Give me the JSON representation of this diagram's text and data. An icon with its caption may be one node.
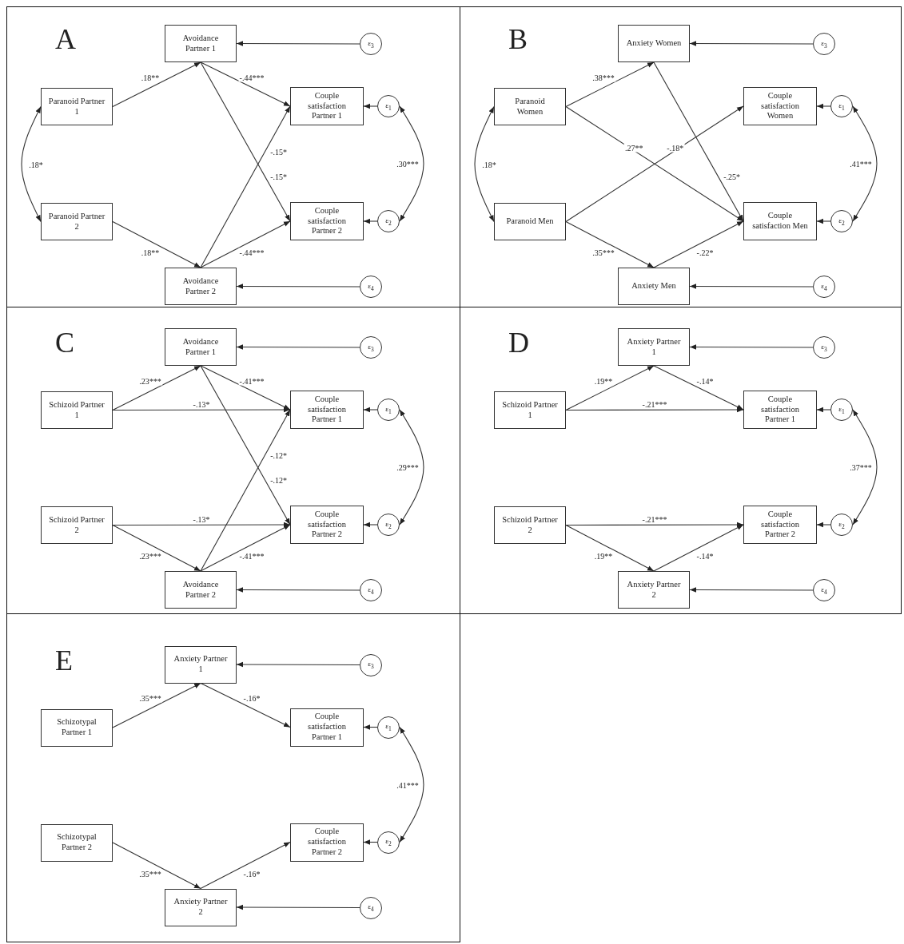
{
  "diagram": {
    "nodes": [
      {
        "text": [
          "A"
        ]
      },
      {
        "text": [
          "Avoidance Partner 1"
        ],
        "in": 0
      },
      {
        "text": [
          "ε$_{3}$"
        ],
        "in": 0
      },
      {
        "text": [
          "Paranoid Partner 1"
        ],
        "in": 0
      },
      {
        "text": [
          "Couple satisfaction Partner 1"
        ],
        "in": 0
      },
      {
        "text": [
          "ε$_{1}$"
        ],
        "in": 0
      },
      {
        "text": [
          "Paranoid Partner 2"
        ],
        "in": 0
      },
      {
        "text": [
          "Couple satisfaction Partner 2"
        ],
        "in": 0
      },
      {
        "text": [
          "ε$_{2}$"
        ],
        "in": 0
      },
      {
        "text": [
          "Avoidance Partner 2"
        ],
        "in": 0
      },
      {
        "text": [
          "ε$_{4}$"
        ],
        "in": 0
      },
      {
        "text": [
          "B"
        ]
      },
      {
        "text": [
          "Anxiety Women"
        ],
        "in": 11
      },
      {
        "text": [
          "ε$_{3}$"
        ],
        "in": 11
      },
      {
        "text": [
          "Paranoid Women"
        ],
        "in": 11
      },
      {
        "text": [
          "Couple satisfaction Women"
        ],
        "in": 11
      },
      {
        "text": [
          "ε$_{1}$"
        ],
        "in": 11
      },
      {
        "text": [
          "Paranoid Men"
        ],
        "in": 11
      },
      {
        "text": [
          "Couple satisfaction Men"
        ],
        "in": 11
      },
      {
        "text": [
          "ε$_{2}$"
        ],
        "in": 11
      },
      {
        "text": [
          "Anxiety Men"
        ],
        "in": 11
      },
      {
        "text": [
          "ε$_{4}$"
        ],
        "in": 11
      },
      {
        "text": [
          "C"
        ]
      },
      {
        "text": [
          "Avoidance Partner 1"
        ],
        "in": 22
      },
      {
        "text": [
          "ε$_{3}$"
        ],
        "in": 22
      },
      {
        "text": [
          "Schizoid Partner 1"
        ],
        "in": 22
      },
      {
        "text": [
          "Couple satisfaction Partner 1"
        ],
        "in": 22
      },
      {
        "text": [
          "ε$_{1}$"
        ],
        "in": 22
      },
      {
        "text": [
          "Schizoid Partner 2"
        ],
        "in": 22
      },
      {
        "text": [
          "Couple satisfaction Partner 2"
        ],
        "in": 22
      },
      {
        "text": [
          "ε$_{2}$"
        ],
        "in": 22
      },
      {
        "text": [
          "Avoidance Partner 2"
        ],
        "in": 22
      },
      {
        "text": [
          "ε$_{4}$"
        ],
        "in": 22
      },
      {
        "text": [
          "D"
        ]
      },
      {
        "text": [
          "Anxiety Partner 1"
        ],
        "in": 33
      },
      {
        "text": [
          "ε$_{3}$"
        ],
        "in": 33
      },
      {
        "text": [
          "Schizoid Partner 1"
        ],
        "in": 33
      },
      {
        "text": [
          "Couple satisfaction Partner 1"
        ],
        "in": 33
      },
      {
        "text": [
          "ε$_{1}$"
        ],
        "in": 33
      },
      {
        "text": [
          "Schizoid Partner 2"
        ],
        "in": 33
      },
      {
        "text": [
          "Couple satisfaction Partner 2"
        ],
        "in": 33
      },
      {
        "text": [
          "ε$_{2}$"
        ],
        "in": 33
      },
      {
        "text": [
          "Anxiety Partner 2"
        ],
        "in": 33
      },
      {
        "text": [
          "ε$_{4}$"
        ],
        "in": 33
      },
      {
        "text": [
          "E"
        ]
      },
      {
        "text": [
          "Anxiety Partner 1"
        ],
        "in": 44
      },
      {
        "text": [
          "ε$_{3}$"
        ],
        "in": 44
      },
      {
        "text": [
          "Schizotypal Partner 1"
        ],
        "in": 44
      },
      {
        "text": [
          "Couple satisfaction Partner 1"
        ],
        "in": 44
      },
      {
        "text": [
          "ε$_{1}$"
        ],
        "in": 44
      },
      {
        "text": [
          "Schizotypal Partner 2"
        ],
        "in": 44
      },
      {
        "text": [
          "Couple satisfaction Partner 2"
        ],
        "in": 44
      },
      {
        "text": [
          "ε$_{2}$"
        ],
        "in": 44
      },
      {
        "text": [
          "Anxiety Partner 2"
        ],
        "in": 44
      },
      {
        "text": [
          "ε$_{4}$"
        ],
        "in": 44
      }
    ],
    "edges": [
      {
        "from": 3,
        "to": 1,
        "arrow": "to",
        "label": ".18**"
      },
      {
        "from": 1,
        "to": 4,
        "arrow": "to",
        "label": "-.44***"
      },
      {
        "from": 1,
        "to": 7,
        "arrow": "to",
        "label": "-.15*"
      },
      {
        "from": 9,
        "to": 4,
        "arrow": "to",
        "label": "-.15*"
      },
      {
        "from": 6,
        "to": 9,
        "arrow": "to",
        "label": ".18**"
      },
      {
        "from": 9,
        "to": 7,
        "arrow": "to",
        "label": "-.44***"
      },
      {
        "from": 3,
        "to": 6,
        "arrow": "both",
        "label": ".18*"
      },
      {
        "from": 5,
        "to": 8,
        "arrow": "both",
        "label": ".30***"
      },
      {
        "from": 2,
        "to": 1,
        "arrow": "to"
      },
      {
        "from": 5,
        "to": 4,
        "arrow": "to"
      },
      {
        "from": 8,
        "to": 7,
        "arrow": "to"
      },
      {
        "from": 10,
        "to": 9,
        "arrow": "to"
      },
      {
        "from": 14,
        "to": 12,
        "arrow": "to",
        "label": ".38***"
      },
      {
        "from": 14,
        "to": 18,
        "arrow": "to",
        "label": ".27**"
      },
      {
        "from": 17,
        "to": 15,
        "arrow": "to",
        "label": "-.18*"
      },
      {
        "from": 12,
        "to": 18,
        "arrow": "to",
        "label": "-.25*"
      },
      {
        "from": 17,
        "to": 20,
        "arrow": "to",
        "label": ".35***"
      },
      {
        "from": 20,
        "to": 18,
        "arrow": "to",
        "label": "-.22*"
      },
      {
        "from": 14,
        "to": 17,
        "arrow": "both",
        "label": ".18*"
      },
      {
        "from": 16,
        "to": 19,
        "arrow": "both",
        "label": ".41***"
      },
      {
        "from": 13,
        "to": 12,
        "arrow": "to"
      },
      {
        "from": 16,
        "to": 15,
        "arrow": "to"
      },
      {
        "from": 19,
        "to": 18,
        "arrow": "to"
      },
      {
        "from": 21,
        "to": 20,
        "arrow": "to"
      },
      {
        "from": 25,
        "to": 23,
        "arrow": "to",
        "label": ".23***"
      },
      {
        "from": 25,
        "to": 26,
        "arrow": "to",
        "label": "-.13*"
      },
      {
        "from": 23,
        "to": 26,
        "arrow": "to",
        "label": "-.41***"
      },
      {
        "from": 23,
        "to": 29,
        "arrow": "to",
        "label": "-.12*"
      },
      {
        "from": 31,
        "to": 26,
        "arrow": "to",
        "label": "-.12*"
      },
      {
        "from": 28,
        "to": 29,
        "arrow": "to",
        "label": "-.13*"
      },
      {
        "from": 28,
        "to": 31,
        "arrow": "to",
        "label": ".23***"
      },
      {
        "from": 31,
        "to": 29,
        "arrow": "to",
        "label": "-.41***"
      },
      {
        "from": 27,
        "to": 30,
        "arrow": "both",
        "label": ".29***"
      },
      {
        "from": 24,
        "to": 23,
        "arrow": "to"
      },
      {
        "from": 27,
        "to": 26,
        "arrow": "to"
      },
      {
        "from": 30,
        "to": 29,
        "arrow": "to"
      },
      {
        "from": 32,
        "to": 31,
        "arrow": "to"
      },
      {
        "from": 36,
        "to": 34,
        "arrow": "to",
        "label": ".19**"
      },
      {
        "from": 34,
        "to": 37,
        "arrow": "to",
        "label": "-.14*"
      },
      {
        "from": 36,
        "to": 37,
        "arrow": "to",
        "label": "-.21***"
      },
      {
        "from": 39,
        "to": 40,
        "arrow": "to",
        "label": "-.21***"
      },
      {
        "from": 39,
        "to": 42,
        "arrow": "to",
        "label": ".19**"
      },
      {
        "from": 42,
        "to": 40,
        "arrow": "to",
        "label": "-.14*"
      },
      {
        "from": 38,
        "to": 41,
        "arrow": "both",
        "label": ".37***"
      },
      {
        "from": 35,
        "to": 34,
        "arrow": "to"
      },
      {
        "from": 38,
        "to": 37,
        "arrow": "to"
      },
      {
        "from": 41,
        "to": 40,
        "arrow": "to"
      },
      {
        "from": 43,
        "to": 42,
        "arrow": "to"
      },
      {
        "from": 47,
        "to": 45,
        "arrow": "to",
        "label": ".35***"
      },
      {
        "from": 45,
        "to": 48,
        "arrow": "to",
        "label": "-.16*"
      },
      {
        "from": 50,
        "to": 53,
        "arrow": "to",
        "label": ".35***"
      },
      {
        "from": 53,
        "to": 51,
        "arrow": "to",
        "label": "-.16*"
      },
      {
        "from": 49,
        "to": 52,
        "arrow": "both",
        "label": ".41***"
      },
      {
        "from": 46,
        "to": 45,
        "arrow": "to"
      },
      {
        "from": 49,
        "to": 48,
        "arrow": "to"
      },
      {
        "from": 52,
        "to": 51,
        "arrow": "to"
      },
      {
        "from": 54,
        "to": 53,
        "arrow": "to"
      }
    ]
  }
}
